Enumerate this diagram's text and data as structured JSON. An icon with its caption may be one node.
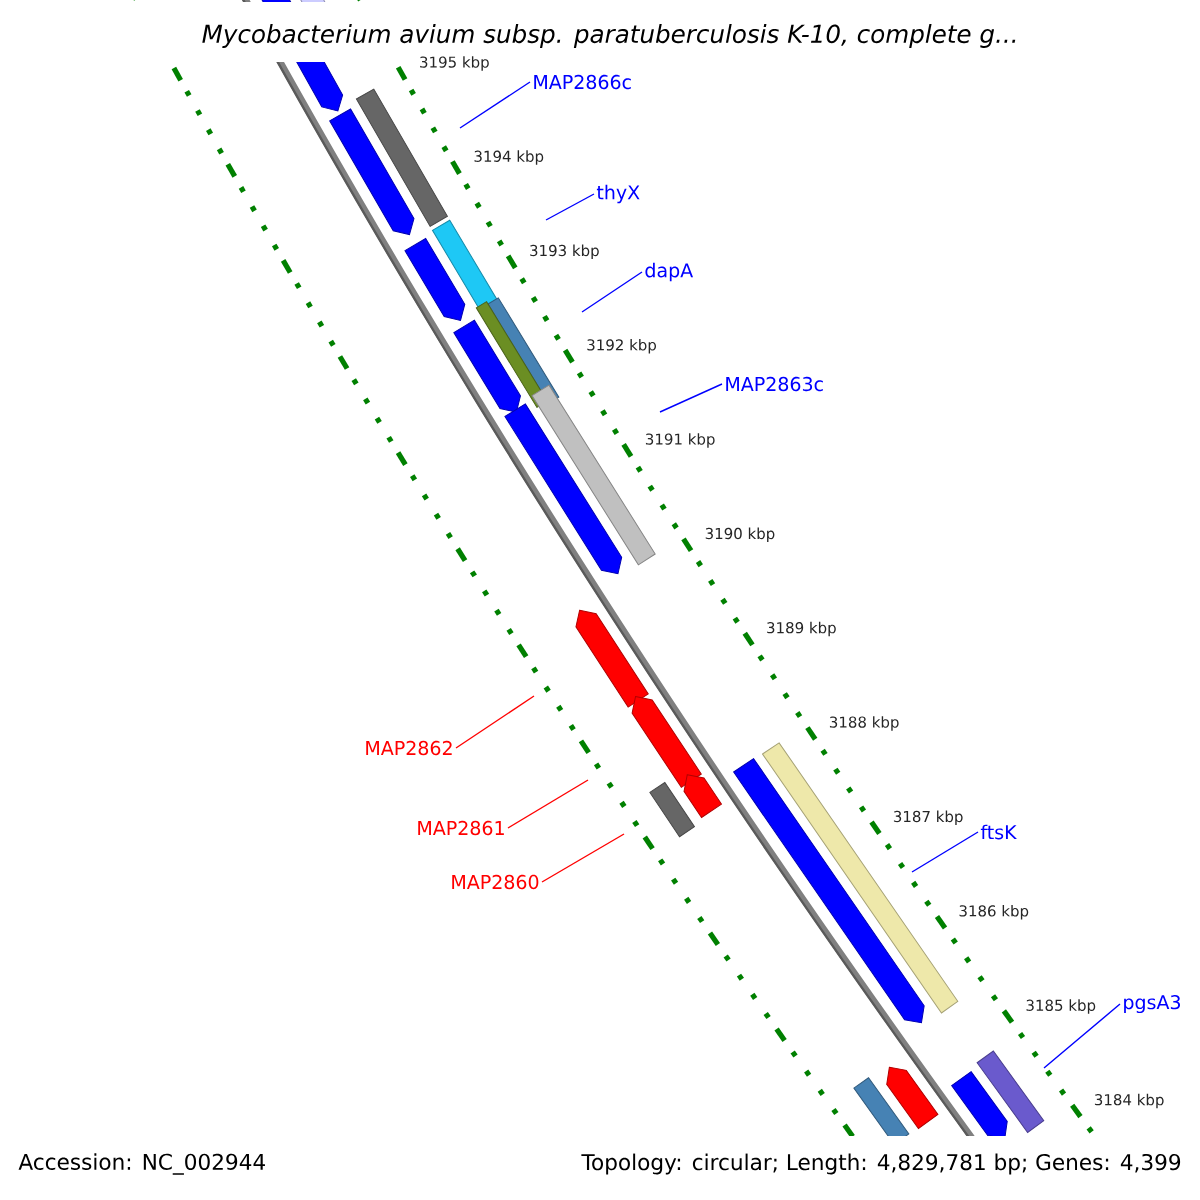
{
  "diagram": {
    "title": "Mycobacterium avium subsp. paratuberculosis K-10, complete g...",
    "nodes": [
      {
        "text": [
          "MAP2866c"
        ]
      },
      {
        "text": [
          "thyX"
        ]
      },
      {
        "text": [
          "dapA"
        ]
      },
      {
        "text": [
          "MAP2863c"
        ]
      },
      {
        "text": [
          "MAP2862"
        ]
      },
      {
        "text": [
          "MAP2861"
        ]
      },
      {
        "text": [
          "MAP2860"
        ]
      },
      {
        "text": [
          "ftsK"
        ]
      },
      {
        "text": [
          "pgsA3"
        ]
      }
    ],
    "edges": [
      {
        "from": 0,
        "to": null,
        "arrow": "none"
      },
      {
        "from": 1,
        "to": null,
        "arrow": "none"
      },
      {
        "from": 2,
        "to": null,
        "arrow": "none"
      },
      {
        "from": 3,
        "to": null,
        "arrow": "none"
      },
      {
        "from": 4,
        "to": null,
        "arrow": "none",
        "color": "#ff0000"
      },
      {
        "from": 5,
        "to": null,
        "arrow": "none",
        "color": "#ff0000"
      },
      {
        "from": 6,
        "to": null,
        "arrow": "none",
        "color": "#ff0000"
      },
      {
        "from": 7,
        "to": null,
        "arrow": "none"
      },
      {
        "from": 8,
        "to": null,
        "arrow": "none"
      }
    ],
    "labels": [
      "3195 kbp",
      "3194 kbp",
      "3193 kbp",
      "3192 kbp",
      "3191 kbp",
      "3190 kbp",
      "3189 kbp",
      "3188 kbp",
      "3187 kbp",
      "3186 kbp",
      "3185 kbp",
      "3184 kbp",
      "Accession: NC_002944",
      "Topology: circular; Length: 4,829,781 bp; Genes: 4,399"
    ]
  }
}
